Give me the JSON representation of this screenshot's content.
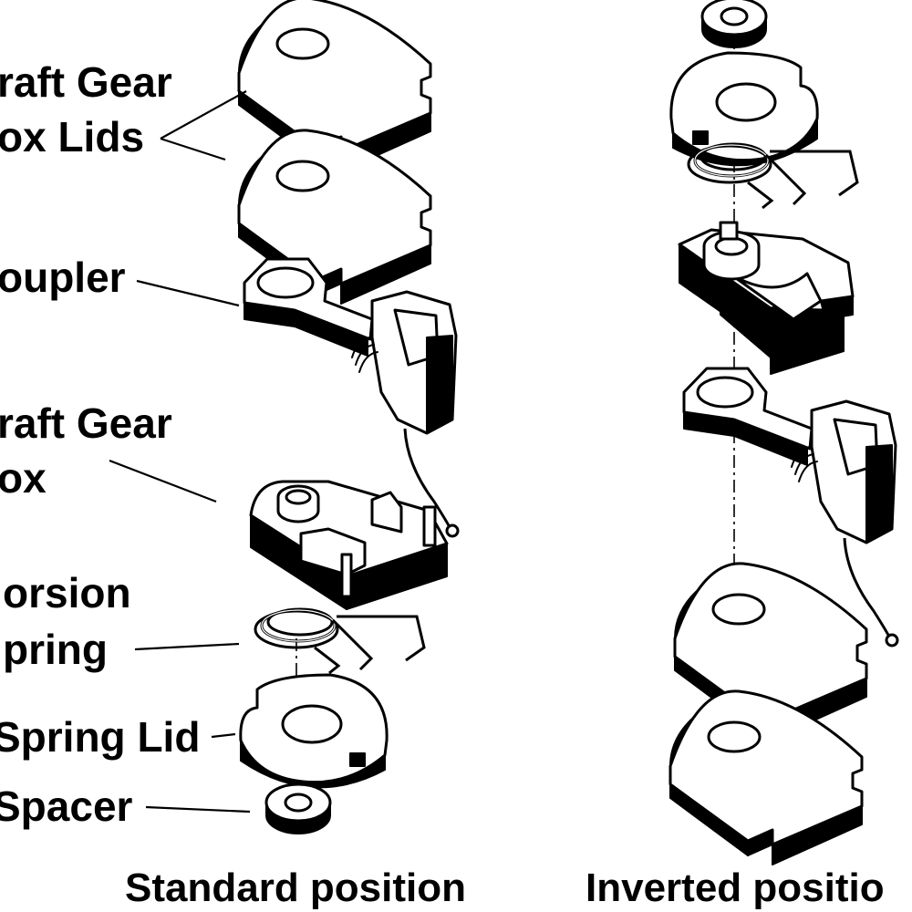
{
  "labels": {
    "lids_line1": "raft Gear",
    "lids_line2": "ox Lids",
    "coupler": "oupler",
    "box_line1": "raft Gear",
    "box_line2": "ox",
    "torsion_line1": "orsion",
    "torsion_line2": "pring",
    "spring_lid": "Spring Lid",
    "spacer": "Spacer"
  },
  "captions": {
    "standard": "Standard position",
    "inverted": "Inverted positio"
  },
  "icons": [
    "draft-gear-box-lid-icon",
    "coupler-icon",
    "draft-gear-box-icon",
    "torsion-spring-icon",
    "spring-lid-icon",
    "spacer-icon"
  ]
}
